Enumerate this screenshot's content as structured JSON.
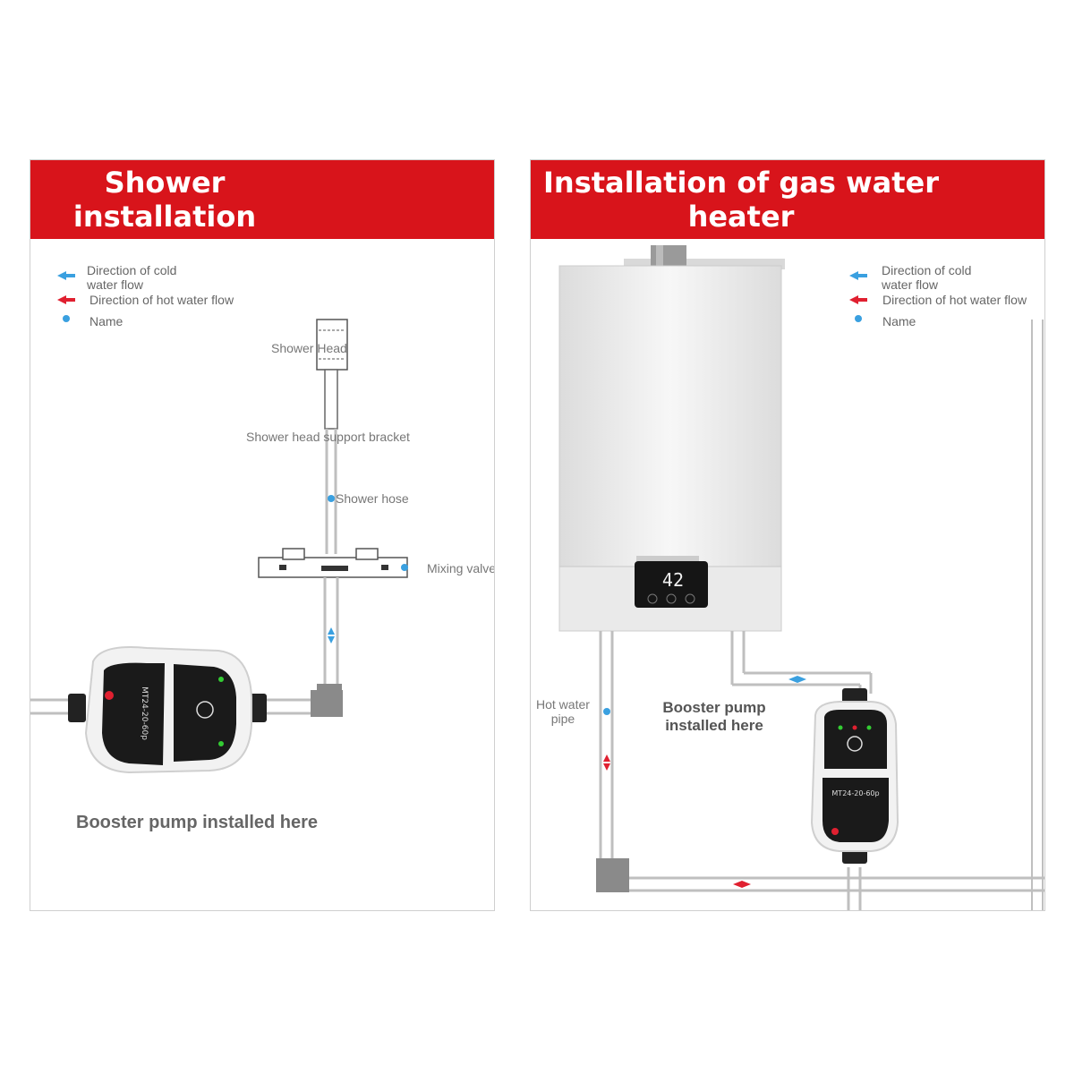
{
  "left": {
    "title_line1": "Shower",
    "title_line2": "installation",
    "legend": {
      "cold_line1": "Direction of cold",
      "cold_line2": "water flow",
      "hot": "Direction of hot water flow",
      "name": "Name"
    },
    "labels": {
      "shower_head": "Shower Head",
      "bracket": "Shower head support bracket",
      "hose": "Shower hose",
      "mixing_valve": "Mixing valve",
      "pump_caption": "Booster pump installed here"
    },
    "pump_model": "MT24-20-60p"
  },
  "right": {
    "title_line1": "Installation of gas water",
    "title_line2": "heater",
    "legend": {
      "cold_line1": "Direction of cold",
      "cold_line2": "water flow",
      "hot": "Direction of hot water flow",
      "name": "Name"
    },
    "labels": {
      "hot_pipe_line1": "Hot water",
      "hot_pipe_line2": "pipe",
      "pump_line1": "Booster pump",
      "pump_line2": "installed here"
    },
    "display_value": "42",
    "pump_model": "MT24-20-60p"
  },
  "colors": {
    "banner": "#d8141b",
    "cold_arrow": "#3aa0e0",
    "hot_arrow": "#e02030",
    "name_dot": "#3aa0e0",
    "pipe": "#bfbfbf"
  }
}
